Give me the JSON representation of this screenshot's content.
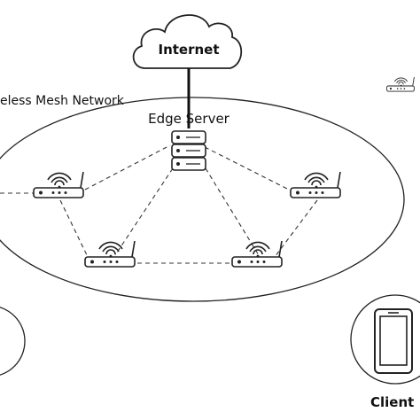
{
  "labels": {
    "internet": "Internet",
    "network": "eless Mesh Network",
    "edge_server": "Edge Server",
    "client": "Client"
  },
  "icons": {
    "cloud": "cloud-icon",
    "server": "server-rack-icon",
    "router": "wifi-router-icon",
    "phone": "smartphone-icon"
  },
  "colors": {
    "stroke": "#222222",
    "background": "#ffffff"
  }
}
